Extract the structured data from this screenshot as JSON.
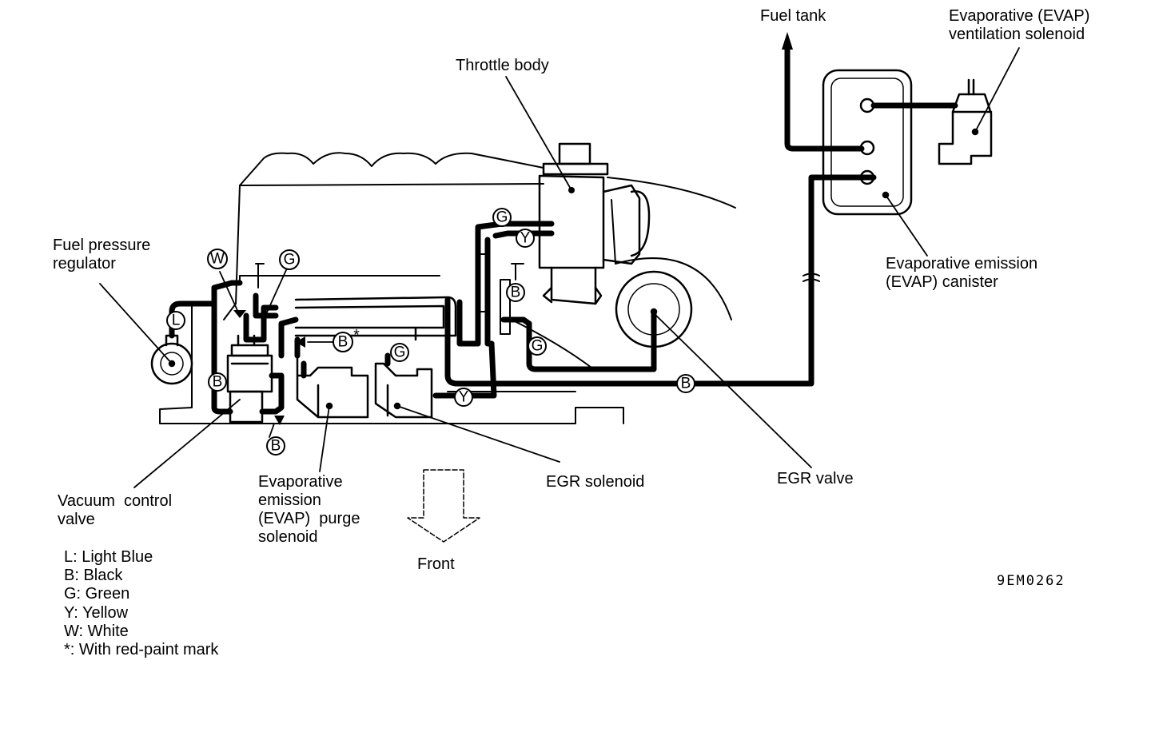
{
  "labels": {
    "fuel_tank": "Fuel tank",
    "evap_vent_solenoid": "Evaporative (EVAP)\nventilation solenoid",
    "throttle_body": "Throttle body",
    "fuel_pressure_regulator": "Fuel pressure\nregulator",
    "evap_canister": "Evaporative emission\n(EVAP) canister",
    "vacuum_control_valve": "Vacuum  control\nvalve",
    "evap_purge_solenoid": "Evaporative\nemission\n(EVAP)  purge\nsolenoid",
    "egr_solenoid": "EGR solenoid",
    "egr_valve": "EGR valve",
    "front": "Front",
    "figure_code": "9EM0262"
  },
  "hose_tags": {
    "l": "L",
    "w": "W",
    "g1": "G",
    "g2": "G",
    "g3": "G",
    "g4": "G",
    "y1": "Y",
    "y2": "Y",
    "b1": "B",
    "b2": "B",
    "b3": "B",
    "b4": "B",
    "b5": "B",
    "asterisk": "*"
  },
  "legend": [
    "L: Light Blue",
    "B: Black",
    "G: Green",
    "Y: Yellow",
    "W: White",
    "*: With red-paint mark"
  ]
}
